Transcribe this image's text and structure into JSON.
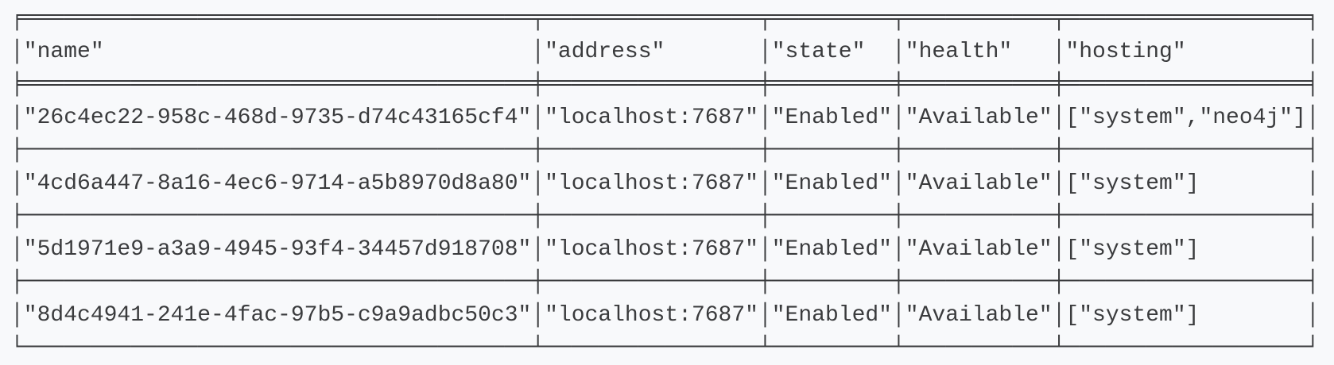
{
  "colors": {
    "background": "#f8f9fb",
    "text": "#3a3b3d"
  },
  "terminal_output": {
    "description": "query-result-ascii-table",
    "headers": [
      "\"name\"",
      "\"address\"",
      "\"state\"",
      "\"health\"",
      "\"hosting\""
    ],
    "rows": [
      [
        "\"26c4ec22-958c-468d-9735-d74c43165cf4\"",
        "\"localhost:7687\"",
        "\"Enabled\"",
        "\"Available\"",
        "[\"system\",\"neo4j\"]"
      ],
      [
        "\"4cd6a447-8a16-4ec6-9714-a5b8970d8a80\"",
        "\"localhost:7687\"",
        "\"Enabled\"",
        "\"Available\"",
        "[\"system\"]"
      ],
      [
        "\"5d1971e9-a3a9-4945-93f4-34457d918708\"",
        "\"localhost:7687\"",
        "\"Enabled\"",
        "\"Available\"",
        "[\"system\"]"
      ],
      [
        "\"8d4c4941-241e-4fac-97b5-c9a9adbc50c3\"",
        "\"localhost:7687\"",
        "\"Enabled\"",
        "\"Available\"",
        "[\"system\"]"
      ]
    ],
    "border_chars": {
      "top_left": "╒",
      "top_mid": "╤",
      "top_right": "╕",
      "top_fill": "═",
      "head_left": "╞",
      "head_mid": "╪",
      "head_right": "╡",
      "head_fill": "═",
      "row_left": "├",
      "row_mid": "┼",
      "row_right": "┤",
      "row_fill": "─",
      "bottom_left": "└",
      "bottom_mid": "┴",
      "bottom_right": "┘",
      "bottom_fill": "─",
      "vertical": "│"
    }
  }
}
